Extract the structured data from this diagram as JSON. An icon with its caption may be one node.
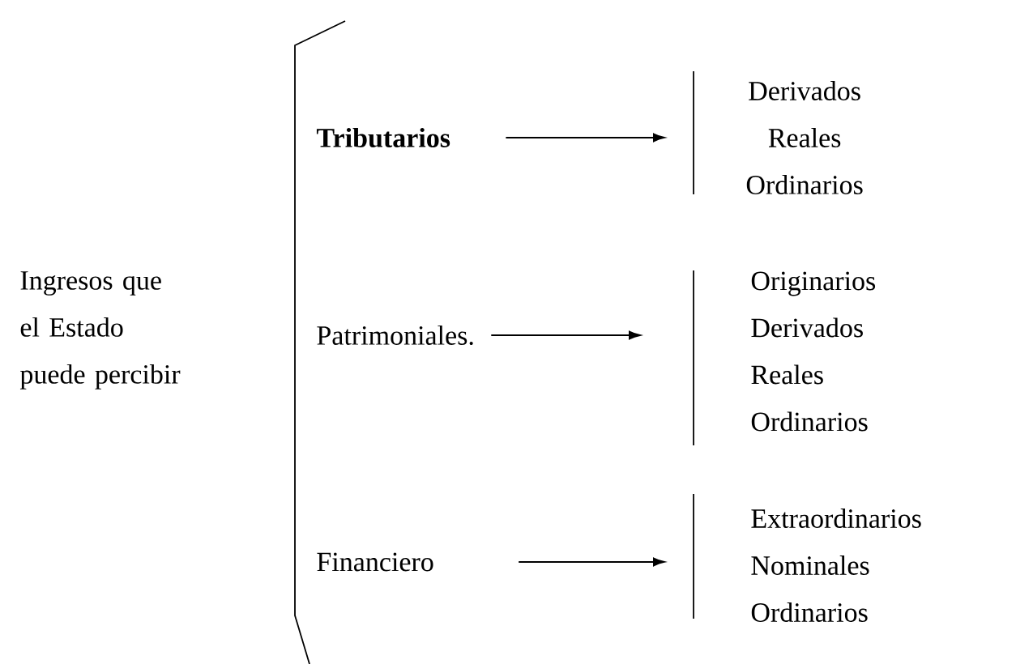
{
  "diagram": {
    "nodes": [
      {
        "text": [
          "Ingresos que el Estado puede percibir"
        ]
      },
      {
        "text": [
          "Tributarios"
        ]
      },
      {
        "text": [
          "Patrimoniales."
        ]
      },
      {
        "text": [
          "Financiero"
        ]
      },
      {
        "text": [
          "Derivados",
          "Reales",
          "Ordinarios"
        ]
      },
      {
        "text": [
          "Originarios",
          "Derivados",
          "Reales",
          "Ordinarios"
        ]
      },
      {
        "text": [
          "Extraordinarios",
          "Nominales",
          "Ordinarios"
        ]
      }
    ],
    "edges": [
      {
        "from": 1,
        "to": 4,
        "arrow": "to"
      },
      {
        "from": 2,
        "to": 5,
        "arrow": "to"
      },
      {
        "from": 3,
        "to": 6,
        "arrow": "to"
      }
    ]
  }
}
